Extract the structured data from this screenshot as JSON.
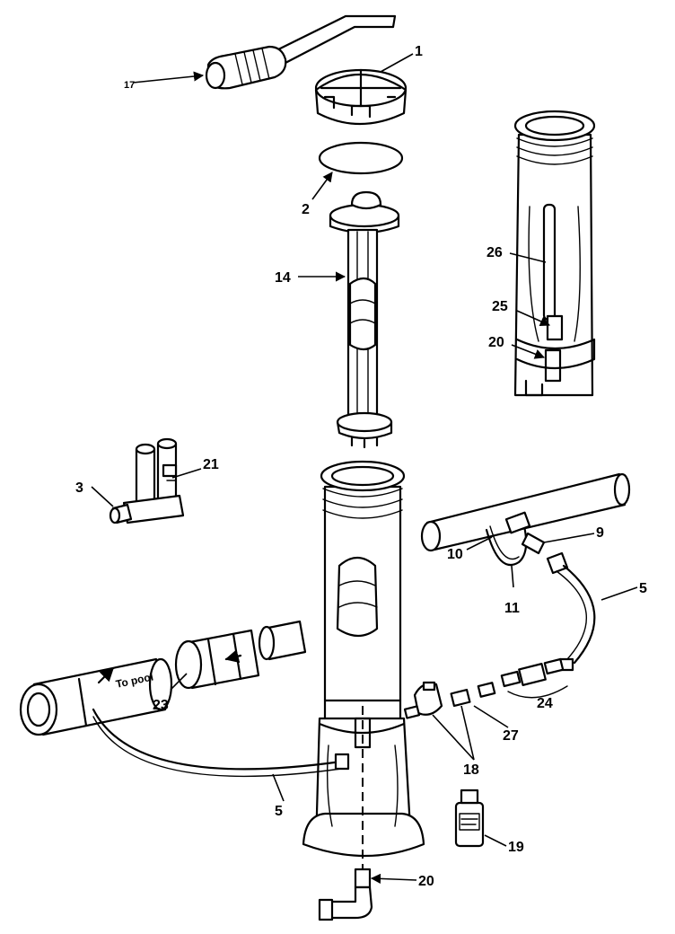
{
  "callouts": {
    "c1": "1",
    "c2": "2",
    "c3": "3",
    "c5a": "5",
    "c5b": "5",
    "c9": "9",
    "c10": "10",
    "c11": "11",
    "c14": "14",
    "c17": "17",
    "c18": "18",
    "c19": "19",
    "c20a": "20",
    "c20b": "20",
    "c21": "21",
    "c23": "23",
    "c24": "24",
    "c25": "25",
    "c26": "26",
    "c27": "27"
  },
  "pipe_label": "To pool"
}
